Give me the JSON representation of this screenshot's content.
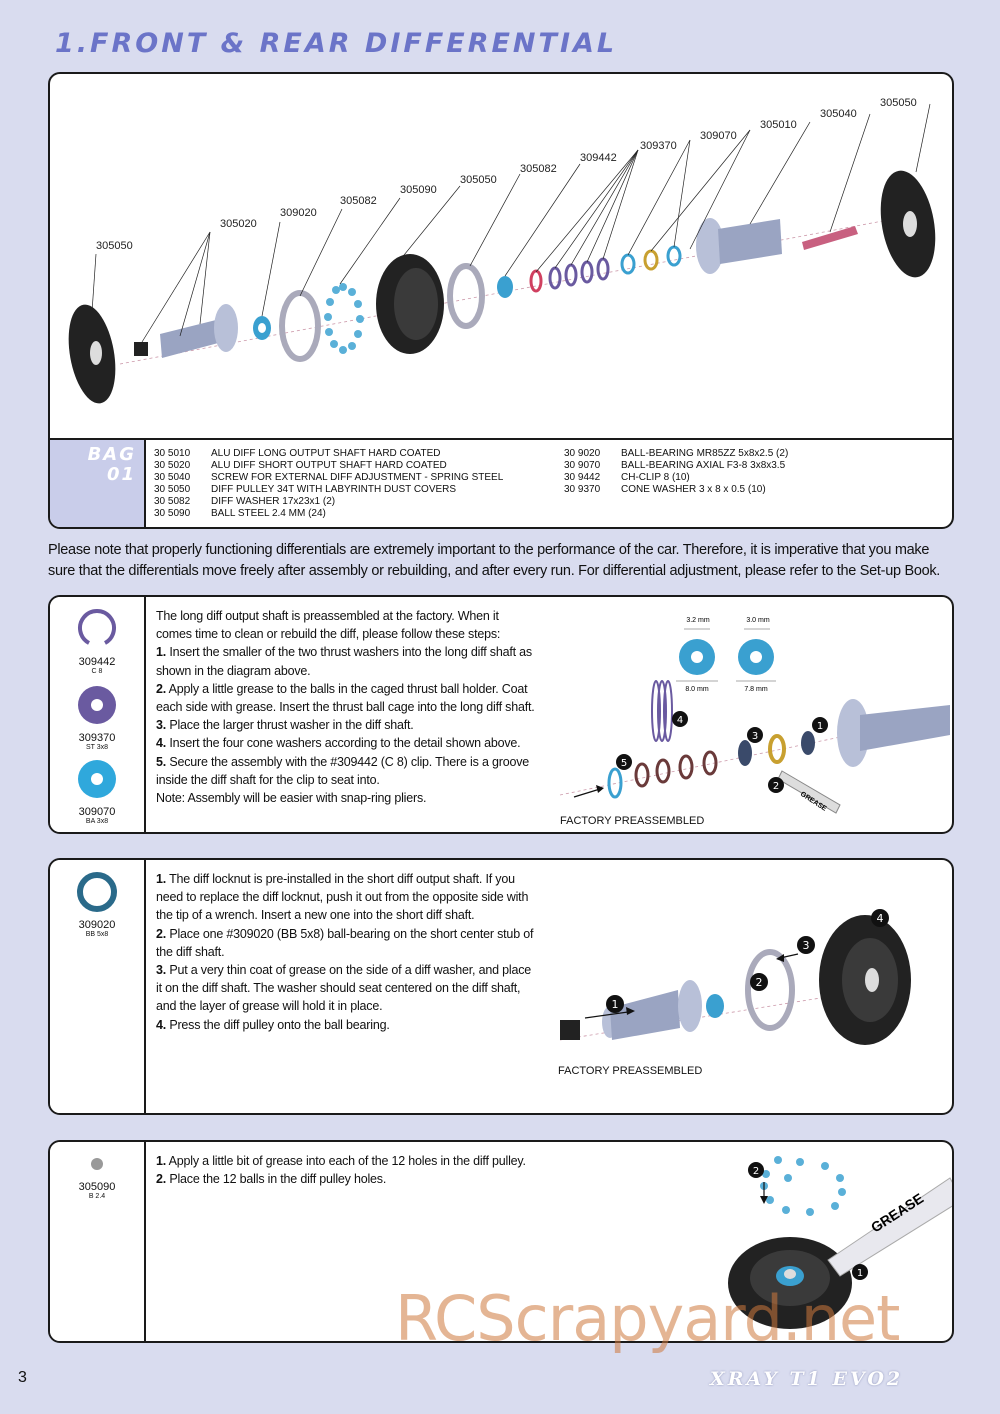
{
  "page_title": "1.FRONT & REAR DIFFERENTIAL",
  "exploded_view": {
    "labels": [
      "305050",
      "305020",
      "309020",
      "305082",
      "305090",
      "305050",
      "305082",
      "309442",
      "309370",
      "309070",
      "305010",
      "305040",
      "305050"
    ],
    "bag_label_1": "BAG",
    "bag_label_2": "01",
    "parts_left": [
      {
        "code": "30 5010",
        "desc": "ALU DIFF LONG OUTPUT SHAFT HARD COATED"
      },
      {
        "code": "30 5020",
        "desc": "ALU DIFF SHORT OUTPUT SHAFT HARD COATED"
      },
      {
        "code": "30 5040",
        "desc": "SCREW FOR EXTERNAL DIFF ADJUSTMENT - SPRING STEEL"
      },
      {
        "code": "30 5050",
        "desc": "DIFF PULLEY 34T WITH LABYRINTH DUST COVERS"
      },
      {
        "code": "30 5082",
        "desc": "DIFF WASHER 17x23x1  (2)"
      },
      {
        "code": "30 5090",
        "desc": "BALL STEEL 2.4 MM (24)"
      }
    ],
    "parts_right": [
      {
        "code": "30 9020",
        "desc": "BALL-BEARING MR85ZZ 5x8x2.5  (2)"
      },
      {
        "code": "30 9070",
        "desc": "BALL-BEARING AXIAL F3-8 3x8x3.5"
      },
      {
        "code": "30 9442",
        "desc": "CH-CLIP 8  (10)"
      },
      {
        "code": "30 9370",
        "desc": "CONE WASHER 3 x 8 x 0.5 (10)"
      }
    ]
  },
  "note": "Please note that properly functioning differentials are extremely important to the performance of the car.  Therefore, it is imperative that you make sure that the differentials move freely after assembly or rebuilding, and after every run.  For differential adjustment, please refer to the Set-up Book.",
  "step1": {
    "icons": [
      {
        "num": "309442",
        "desc": "C 8"
      },
      {
        "num": "309370",
        "desc": "ST 3x8"
      },
      {
        "num": "309070",
        "desc": "BA 3x8"
      }
    ],
    "intro": "The long diff output shaft is preassembled at the factory. When it comes time to clean or rebuild the diff, please follow these steps:",
    "items": [
      {
        "n": "1.",
        "t": "Insert the smaller of the two thrust washers into the long diff shaft as shown in the diagram above."
      },
      {
        "n": "2.",
        "t": "Apply a little grease to the balls in the caged thrust ball holder. Coat each side with grease. Insert the thrust ball cage into the long diff shaft."
      },
      {
        "n": "3.",
        "t": "Place the larger thrust washer in the diff shaft."
      },
      {
        "n": "4.",
        "t": "Insert the four cone washers according to the detail shown above."
      },
      {
        "n": "5.",
        "t": "Secure the assembly with the #309442 (C 8) clip. There is a groove inside the diff shaft for the clip to seat into."
      }
    ],
    "footnote": "Note: Assembly will be easier with snap-ring pliers.",
    "dims": [
      "3.2 mm",
      "3.0 mm",
      "8.0 mm",
      "7.8 mm"
    ],
    "callouts": [
      "4",
      "3",
      "1",
      "5",
      "2"
    ],
    "grease": "GREASE",
    "caption": "FACTORY PREASSEMBLED"
  },
  "step2": {
    "icons": [
      {
        "num": "309020",
        "desc": "BB 5x8"
      }
    ],
    "items": [
      {
        "n": "1.",
        "t": "The diff locknut is pre-installed in the short diff output shaft. If you need to replace the diff locknut, push it out from the opposite side with the tip of a wrench. Insert a new one into the short diff shaft."
      },
      {
        "n": "2.",
        "t": "Place one #309020 (BB 5x8) ball-bearing on the short center stub of the diff shaft."
      },
      {
        "n": "3.",
        "t": "Put a very thin coat of grease on the side of a diff washer, and place it on the diff shaft. The washer should seat centered on the diff shaft, and the layer of grease will hold it in place."
      },
      {
        "n": "4.",
        "t": "Press the diff pulley onto the ball bearing."
      }
    ],
    "callouts": [
      "4",
      "3",
      "2",
      "1"
    ],
    "caption": "FACTORY PREASSEMBLED"
  },
  "step3": {
    "icons": [
      {
        "num": "305090",
        "desc": "B 2.4"
      }
    ],
    "items": [
      {
        "n": "1.",
        "t": "Apply a little bit of grease into each of the 12 holes in the diff pulley."
      },
      {
        "n": "2.",
        "t": "Place the 12 balls in the diff pulley holes."
      }
    ],
    "callouts": [
      "2",
      "1"
    ],
    "grease": "GREASE"
  },
  "page_number": "3",
  "watermark": "RCScrapyard.net",
  "brand": "XRAY T1 EVO2"
}
